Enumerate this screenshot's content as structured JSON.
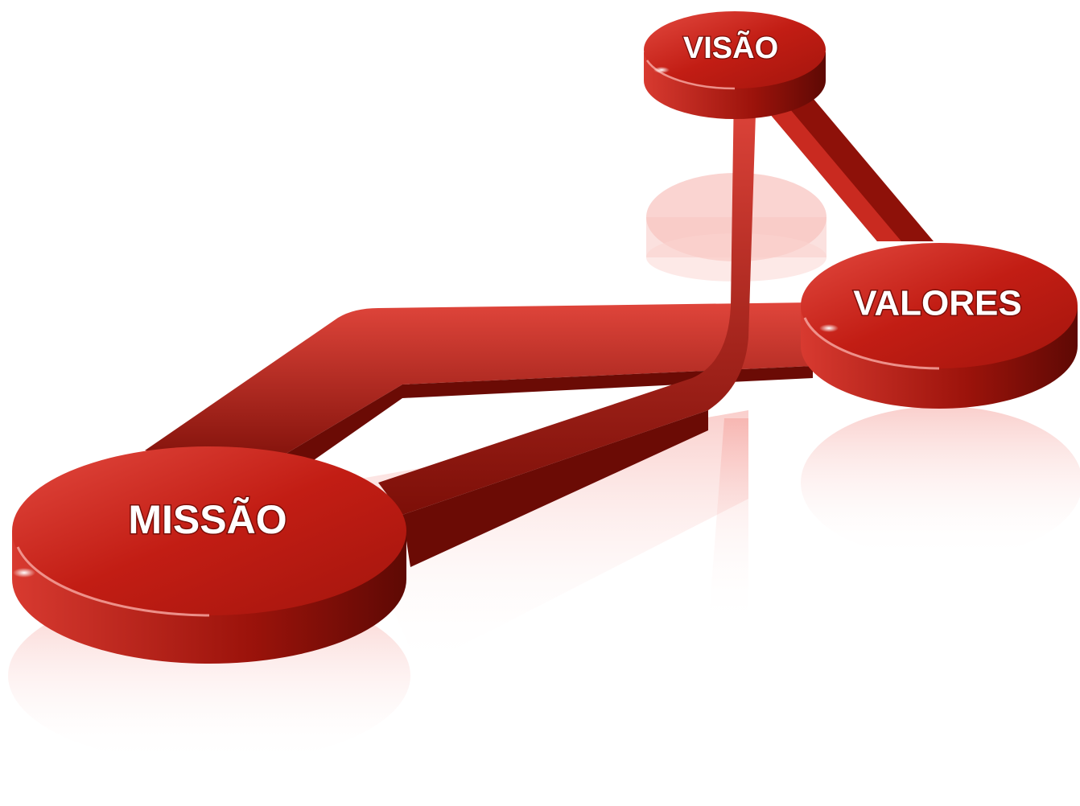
{
  "nodes": {
    "visao": {
      "label": "VISÃO"
    },
    "valores": {
      "label": "VALORES"
    },
    "missao": {
      "label": "MISSÃO"
    }
  },
  "colors": {
    "top": "#c8221a",
    "side": "#7a0e08",
    "highlight": "#f0605a",
    "reflection": "#f7b7b2"
  }
}
